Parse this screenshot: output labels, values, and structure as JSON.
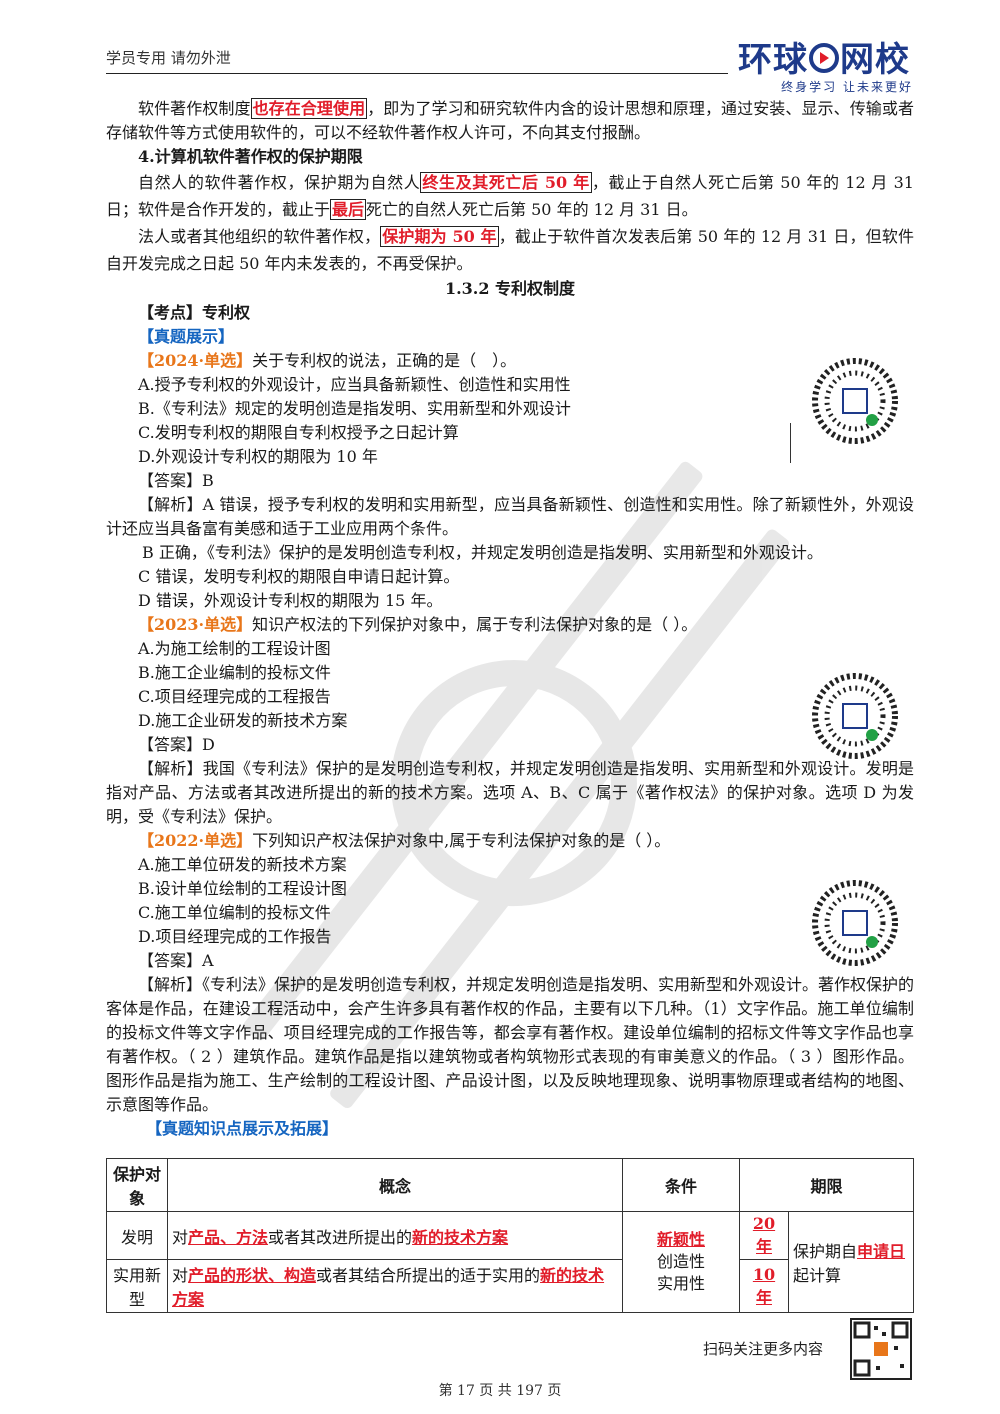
{
  "header": {
    "note": "学员专用 请勿外泄",
    "logo_text_a": "环球",
    "logo_text_b": "网校",
    "logo_sub": "终身学习 让未来更好"
  },
  "para1": {
    "a": "软件著作权制度",
    "hl": "也存在合理使用",
    "b": "，即为了学习和研究软件内含的设计思想和原理，通过安装、显示、传输或者存储软件等方式使用软件的，可以不经软件著作权人许可，不向其支付报酬。"
  },
  "heading4": "4.计算机软件著作权的保护期限",
  "para2": {
    "a": "自然人的软件著作权，保护期为自然人",
    "hl": "终生及其死亡后 50 年",
    "b": "，截止于自然人死亡后第 50 年的 12 月 31 日；软件是合作开发的，截止于",
    "hl2": "最后",
    "c": "死亡的自然人死亡后第 50 年的 12 月 31 日。"
  },
  "para3": {
    "a": "法人或者其他组织的软件著作权，",
    "hl": "保护期为 50 年",
    "b": "，截止于软件首次发表后第 50 年的 12 月 31 日，但软件自开发完成之日起 50 年内未发表的，不再受保护。"
  },
  "section_title": "1.3.2 专利权制度",
  "kaodian": "【考点】专利权",
  "zhenti": "【真题展示】",
  "q1": {
    "tag": "【2024·单选】",
    "stem": "关于专利权的说法，正确的是（　）。",
    "options": [
      "A.授予专利权的外观设计，应当具备新颖性、创造性和实用性",
      "B.《专利法》规定的发明创造是指发明、实用新型和外观设计",
      "C.发明专利权的期限自专利权授予之日起计算",
      "D.外观设计专利权的期限为 10 年"
    ],
    "answer": "【答案】B",
    "analysis": [
      "【解析】A 错误，授予专利权的发明和实用新型，应当具备新颖性、创造性和实用性。除了新颖性外，外观设计还应当具备富有美感和适于工业应用两个条件。",
      "B 正确，《专利法》保护的是发明创造专利权，并规定发明创造是指发明、实用新型和外观设计。",
      "C 错误，发明专利权的期限自申请日起计算。",
      "D 错误，外观设计专利权的期限为 15 年。"
    ]
  },
  "q2": {
    "tag": "【2023·单选】",
    "stem": "知识产权法的下列保护对象中，属于专利法保护对象的是（ ）。",
    "options": [
      "A.为施工绘制的工程设计图",
      "B.施工企业编制的投标文件",
      "C.项目经理完成的工程报告",
      "D.施工企业研发的新技术方案"
    ],
    "answer": "【答案】D",
    "analysis": "【解析】我国《专利法》保护的是发明创造专利权，并规定发明创造是指发明、实用新型和外观设计。发明是指对产品、方法或者其改进所提出的新的技术方案。选项 A、B、C 属于《著作权法》的保护对象。选项 D 为发明，受《专利法》保护。"
  },
  "q3": {
    "tag": "【2022·单选】",
    "stem": "下列知识产权法保护对象中,属于专利法保护对象的是（ ）。",
    "options": [
      "A.施工单位研发的新技术方案",
      "B.设计单位绘制的工程设计图",
      "C.施工单位编制的投标文件",
      "D.项目经理完成的工作报告"
    ],
    "answer": "【答案】A",
    "analysis": "【解析】《专利法》保护的是发明创造专利权，并规定发明创造是指发明、实用新型和外观设计。著作权保护的客体是作品，在建设工程活动中，会产生许多具有著作权的作品，主要有以下几种。（1）文字作品。施工单位编制的投标文件等文字作品、项目经理完成的工作报告等，都会享有著作权。建设单位编制的招标文件等文字作品也享有著作权。（ 2 ）建筑作品。建筑作品是指以建筑物或者构筑物形式表现的有审美意义的作品。（ 3 ）图形作品。图形作品是指为施工、生产绘制的工程设计图、产品设计图，以及反映地理现象、说明事物原理或者结构的地图、示意图等作品。"
  },
  "zhishi": "【真题知识点展示及拓展】",
  "table": {
    "headers": [
      "保护对象",
      "概念",
      "条件",
      "期限"
    ],
    "row1": {
      "obj": "发明",
      "pre": "对",
      "r1": "产品、方法",
      "mid": "或者其改进所提出的",
      "r2": "新的技术方案",
      "term": "20 年"
    },
    "row2": {
      "obj": "实用新型",
      "pre": "对",
      "r1": "产品的形状、构造",
      "mid": "或者其结合所提出的适于实用的",
      "r2": "新的技术方案",
      "term": "10 年"
    },
    "cond_red": "新颖性",
    "cond_rest": [
      "创造性",
      "实用性"
    ],
    "start_pre": "保护期自",
    "start_red": "申请日",
    "start_post": "起计算"
  },
  "footer": {
    "scan": "扫码关注更多内容",
    "page": "第 17 页 共 197 页"
  }
}
